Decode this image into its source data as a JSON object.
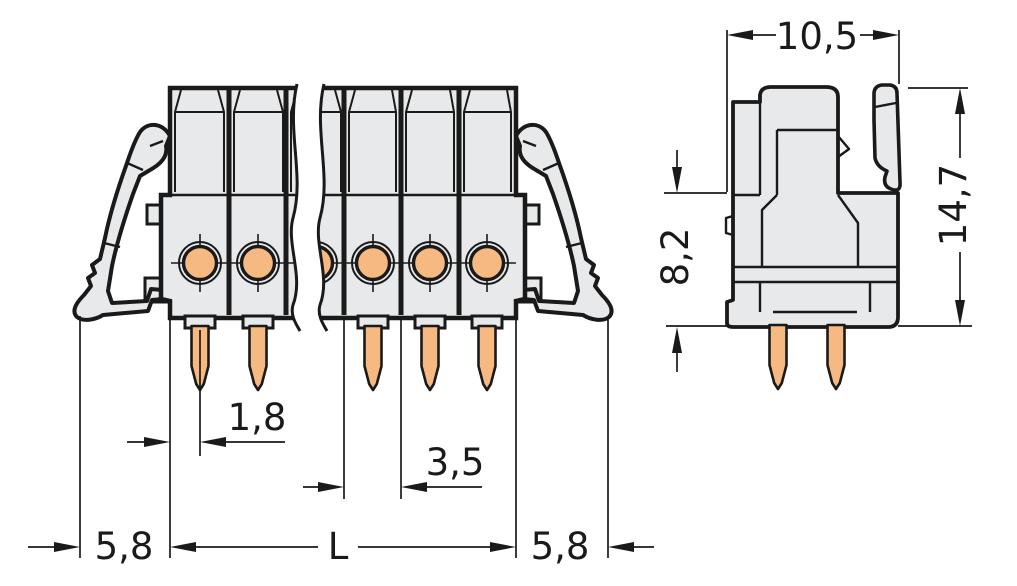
{
  "drawing": {
    "type": "technical-dimension-drawing-pcb-connector",
    "front_view": {
      "dims": {
        "pin_offset": "1,8",
        "pole_pitch": "3,5",
        "left_margin": "5,8",
        "length": "L",
        "right_margin": "5,8"
      }
    },
    "side_view": {
      "dims": {
        "width": "10,5",
        "body_height": "8,2",
        "total_height": "14,7"
      }
    },
    "colors": {
      "line": "#1a1a1a",
      "housing": "#e8e9ea",
      "copper": "#f6b981",
      "background": "#ffffff"
    }
  }
}
